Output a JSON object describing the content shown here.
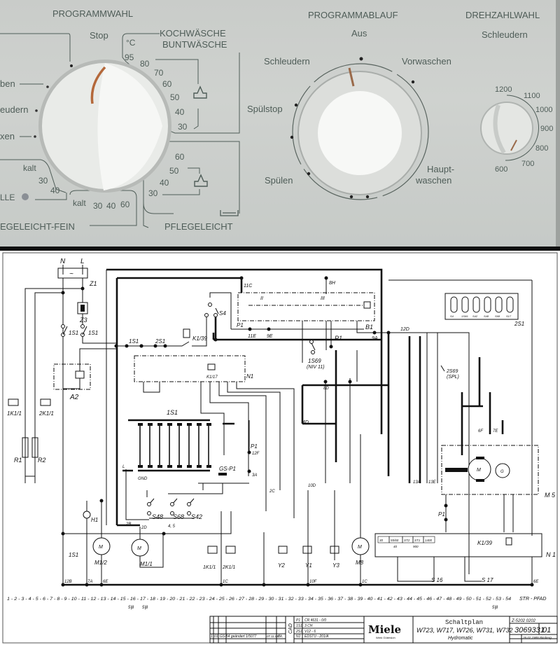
{
  "panel": {
    "programmwahl": {
      "title": "PROGRAMMWAHL",
      "stop": "Stop",
      "unit": "°C",
      "koch": "KOCHWÄSCHE",
      "bunt": "BUNTWÄSCHE",
      "temps_koch": [
        "95",
        "80",
        "70",
        "60",
        "50",
        "40",
        "30"
      ],
      "temps_pflege": [
        "60",
        "50",
        "40",
        "30"
      ],
      "left_labels": [
        "ben",
        "eudern",
        "xen"
      ],
      "fein_temps": [
        "kalt",
        "30",
        "40"
      ],
      "wolle": "LLE",
      "fein_bottom": [
        "kalt",
        "30",
        "40",
        "60"
      ],
      "fein_label": "EGELEICHT-FEIN",
      "pflege_label": "PFLEGELEICHT"
    },
    "programmablauf": {
      "title": "PROGRAMMABLAUF",
      "aus": "Aus",
      "schleudern": "Schleudern",
      "vorwaschen": "Vorwaschen",
      "spuelstop": "Spülstop",
      "spuelen": "Spülen",
      "haupt_1": "Haupt-",
      "haupt_2": "waschen"
    },
    "drehzahl": {
      "title": "DREHZAHLWAHL",
      "schleudern": "Schleudern",
      "speeds": [
        "1200",
        "1100",
        "1000",
        "900",
        "800",
        "700",
        "600"
      ]
    },
    "colors": {
      "panel": "#c9ccc9",
      "text": "#4f5d58",
      "knob_marker": "#b4683a"
    }
  },
  "schematic": {
    "labels": {
      "n": "N",
      "l": "L",
      "z1": "Z1",
      "z3": "Z3",
      "s1a": "1S1",
      "s1b": "1S1",
      "a2": "A2",
      "k1": "1K1/1",
      "k2": "2K1/1",
      "r1": "R1",
      "r2": "R2",
      "h1": "H1",
      "m12": "M1/2",
      "m11": "M1/1",
      "k1b": "1K1/1",
      "k2b": "2K1/1",
      "y2": "Y2",
      "y1": "Y1",
      "y3": "Y3",
      "m8": "M8",
      "s16": "S 16",
      "s17": "S 17",
      "m5": "M 5",
      "n1a": "N1",
      "n1b": "N 1",
      "k139": "K1/39",
      "k139b": "K1/39",
      "k117": "K1/17",
      "s1bus": "1S1",
      "s2bus": "2S1",
      "s4": "S4",
      "b1": "B1",
      "p1a": "P1",
      "p1b": "P1",
      "p1c": "P1",
      "p1d": "P1",
      "s69a": "1S69",
      "s69a2": "(NIV 11)",
      "s69b": "2S69",
      "s69b2": "(SPL)",
      "s1block": "1S1",
      "gsp1": "GS-P1",
      "s48": "S48",
      "s68": "S68",
      "s42": "S42",
      "s2box": "2S1",
      "r_ii": "II",
      "r_iii": "III",
      "w11c": "11C",
      "w8h": "8H",
      "w9a": "9A",
      "w12d": "12D",
      "w12b": "12B",
      "w7a": "7A",
      "w6e": "6E",
      "w1c": "1C",
      "w10f": "10F",
      "w1c2": "1C",
      "w6e2": "6E",
      "w2b": "2B",
      "w2d": "2D",
      "w2c": "2C",
      "w12f": "12F",
      "w3a": "3A",
      "w10d": "10D",
      "w13a": "13A",
      "w13e": "13E",
      "w6f": "6F",
      "w7e": "7E",
      "w4d": "4D",
      "w8d": "8D",
      "w11e": "11E",
      "w9e": "9E",
      "l_gnd": "GND",
      "l_l": "L",
      "l_45": "4, 5"
    },
    "button_box": [
      "S4",
      "1S69",
      "S42",
      "S48",
      "S68",
      "S17"
    ],
    "n1_cells": [
      "30",
      "55/60",
      "ST2",
      "ST1",
      "1400",
      "40",
      "900"
    ],
    "path_numbers": "1 - 2 - 3 - 4 - 5 - 6 - 7 - 8 - 9 - 10 - 11 - 12 - 13 - 14 - 15 - 16 - 17 - 18 - 19 - 20 - 21 - 22 - 23 - 24 - 25 - 26 - 27 - 28 - 29 - 30 - 31 - 32 - 33 - 34 - 35 - 36 - 37 - 38 - 39 - 40 - 41 - 42 - 43 - 44 - 45 - 46 - 47 - 48 - 49 - 50 - 51 - 52 - 53 - 54",
    "str_pfad": "STR - PFAD",
    "refs": [
      "5|8",
      "5|8",
      "5|8"
    ]
  },
  "title_block": {
    "revision": {
      "index": "1",
      "nr": "01",
      "text": "GS-54 geändert 1/5077",
      "date": "07.11.88",
      "name": "Bk."
    },
    "cad": "CAD",
    "parts": [
      {
        "ref": "P1",
        "value": "CR 4631 - 0/0"
      },
      {
        "ref": "1S1",
        "value": "3 CH"
      },
      {
        "ref": "2S1",
        "value": "V12 - 6"
      },
      {
        "ref": "N1",
        "value": "EDSTU - 201/A"
      }
    ],
    "brand": "Miele",
    "brand_sub": "Werk Gütersloh",
    "doc_title": "Schaltplan",
    "models": "W723, W717, W726, W731, W732",
    "series": "Hydromatic",
    "drawing_ref": "Z-5202 0202",
    "doc_number": "3069331",
    "doc_index": "01",
    "date": "26.02.1989",
    "author": "Bimberg"
  }
}
